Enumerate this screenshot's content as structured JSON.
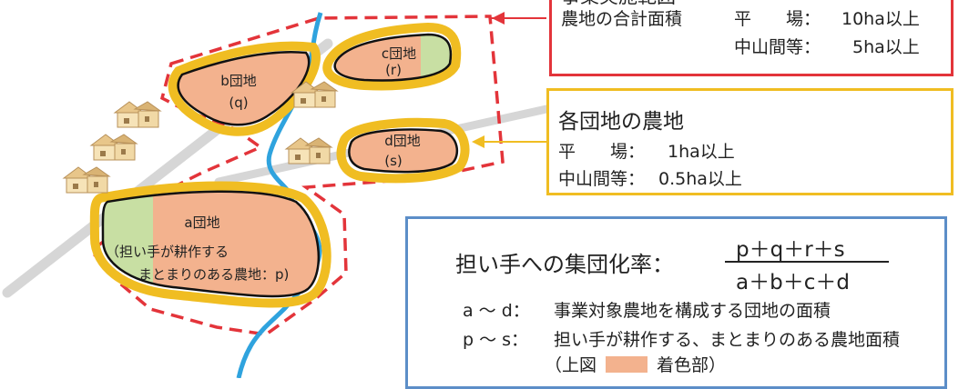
{
  "colors": {
    "parcel_fill": "#f3b28e",
    "parcel_fill_green": "#c8dfa3",
    "parcel_border": "#f0bd22",
    "scope_dash": "#e3343a",
    "river": "#2fa3de",
    "road": "#d6d6d6",
    "formula_border": "#5c8ec8"
  },
  "diagram": {
    "parcels": {
      "a": {
        "line1": "a団地",
        "line2": "（担い手が耕作する",
        "line3": "まとまりのある農地：p)"
      },
      "b": {
        "line1": "b団地",
        "line2": "(q)"
      },
      "c": {
        "line1": "c団地",
        "line2": "(r)"
      },
      "d": {
        "line1": "d団地",
        "line2": "(s)"
      }
    },
    "icons": [
      "house-icon",
      "house-icon",
      "house-icon",
      "house-icon",
      "house-icon"
    ]
  },
  "scope_box": {
    "title": "事業実施範囲",
    "row1_label": "農地の合計面積",
    "row1_sub": "平　　場：",
    "row1_value": "10ha以上",
    "row2_sub": "中山間等：",
    "row2_value": "5ha以上"
  },
  "each_box": {
    "title": "各団地の農地",
    "row1_sub": "平　　場：",
    "row1_value": "1ha以上",
    "row2_sub": "中山間等：",
    "row2_value": "0.5ha以上"
  },
  "formula_box": {
    "label": "担い手への集団化率：",
    "numerator": "p＋q＋r＋s",
    "denominator": "a＋b＋c＋d",
    "def1_key": "a ～ d：",
    "def1_text": "事業対象農地を構成する団地の面積",
    "def2_key": "p ～ s：",
    "def2_text": "担い手が耕作する、まとまりのある農地面積",
    "note_open": "（上図",
    "note_close": "着色部）"
  }
}
